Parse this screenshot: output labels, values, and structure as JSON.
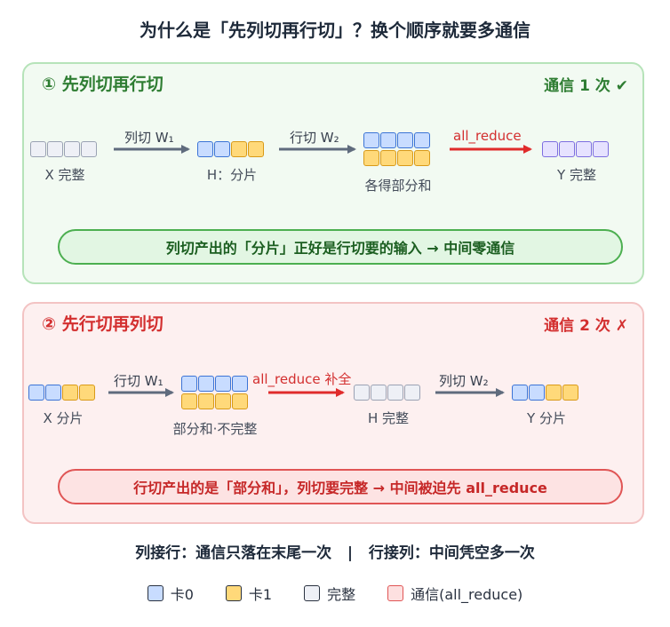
{
  "title": "为什么是「先列切再行切」？换个顺序就要多通信",
  "panel_a": {
    "title": "① 先列切再行切",
    "comm": "通信 1 次 ✔",
    "x_label": "X 完整",
    "arrow1": "列切 W₁",
    "h_label": "H：分片",
    "arrow2": "行切 W₂",
    "partial_label": "各得部分和",
    "arrow3": "all_reduce",
    "y_label": "Y 完整",
    "note": "列切产出的「分片」正好是行切要的输入 → 中间零通信"
  },
  "panel_b": {
    "title": "② 先行切再列切",
    "comm": "通信 2 次 ✗",
    "x_label": "X 分片",
    "arrow1": "行切 W₁",
    "partial_label": "部分和·不完整",
    "arrow2": "all_reduce 补全",
    "h_label": "H 完整",
    "arrow3": "列切 W₂",
    "y_label": "Y 分片",
    "note": "行切产出的是「部分和」，列切要完整 → 中间被迫先 all_reduce"
  },
  "summary": "列接行：通信只落在末尾一次   |   行接列：中间凭空多一次",
  "legend": {
    "card0": "卡0",
    "card1": "卡1",
    "full": "完整",
    "comm": "通信(all_reduce)"
  },
  "colors": {
    "card0": "#3b74d6",
    "card1": "#d99a18",
    "full": "#9aa2b3",
    "output": "#7d6ee0",
    "comm": "#e05555",
    "green": "#2e7d32"
  }
}
